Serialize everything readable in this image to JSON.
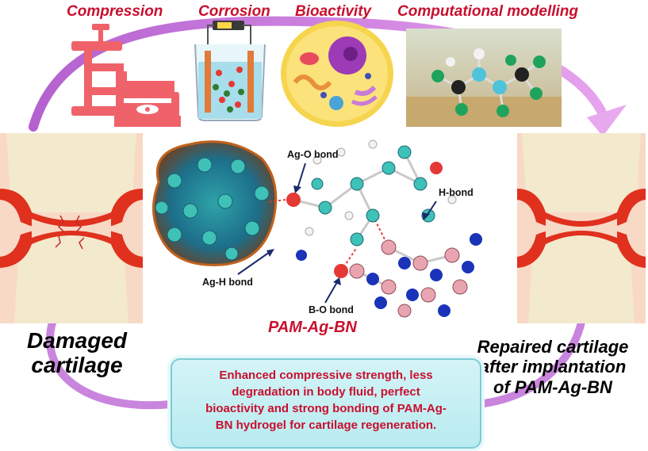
{
  "top_titles": {
    "compression": "Compression",
    "corrosion": "Corrosion",
    "bioactivity": "Bioactivity",
    "modelling": "Computational modelling"
  },
  "left_label": {
    "line1": "Damaged",
    "line2": "cartilage"
  },
  "right_label": {
    "line1": "Repaired cartilage",
    "line2": "after implantation",
    "line3": "of PAM-Ag-BN"
  },
  "bonds": {
    "ag_o": "Ag-O bond",
    "h_bond": "H-bond",
    "ag_h": "Ag-H bond",
    "b_o": "B-O bond"
  },
  "material_label": "PAM-Ag-BN",
  "summary": {
    "line1": "Enhanced compressive strength, less",
    "line2": "degradation in body fluid, perfect",
    "line3": "bioactivity and strong bonding of PAM-Ag-",
    "line4": "BN hydrogel for cartilage regeneration."
  },
  "colors": {
    "title_red": "#c8102e",
    "arrow_purple": "#c070d8",
    "bone": "#f6efd9",
    "cartilage": "#e0301e",
    "box_fill": "#c4eff3"
  },
  "icons": [
    "clamp-icon",
    "battery-icon",
    "cell-icon",
    "molecule-model-icon"
  ]
}
